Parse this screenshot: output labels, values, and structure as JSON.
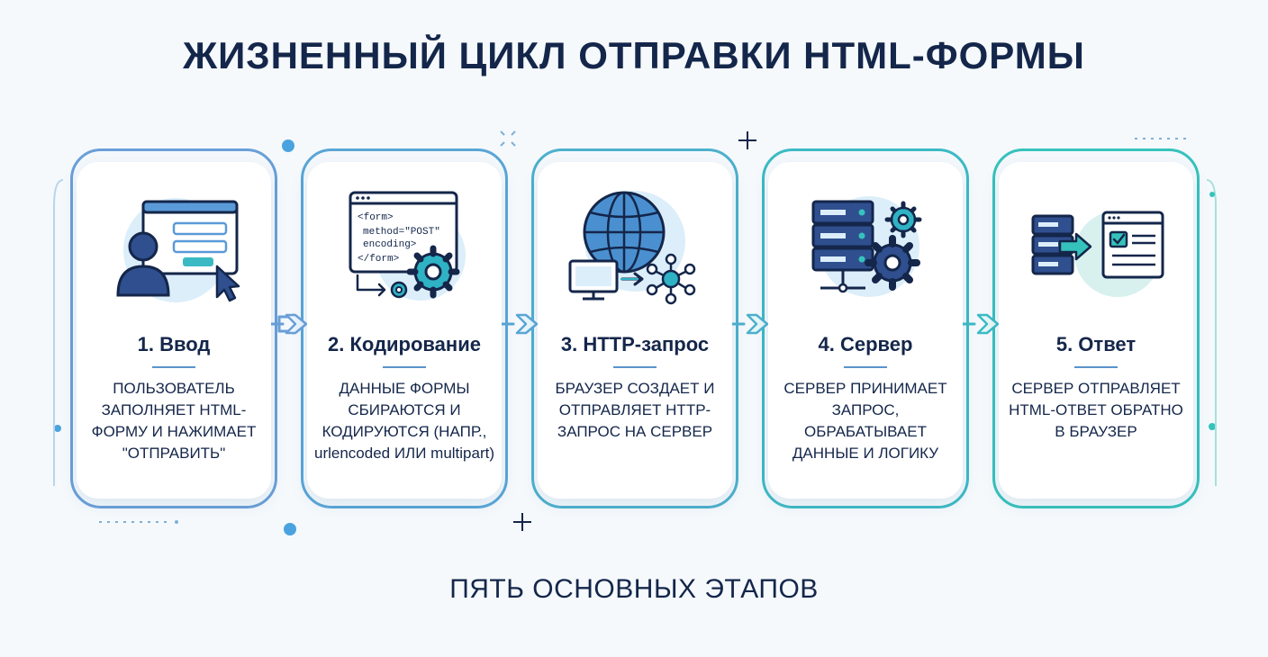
{
  "title": "ЖИЗНЕННЫЙ ЦИКЛ ОТПРАВКИ HTML-ФОРМЫ",
  "footer": "ПЯТЬ ОСНОВНЫХ ЭТАПОВ",
  "stages": [
    {
      "title": "1. Ввод",
      "description": "ПОЛЬЗОВАТЕЛЬ ЗАПОЛНЯЕТ HTML-ФОРМУ И НАЖИМАЕТ \"ОТПРАВИТЬ\"",
      "icon": "user-form-cursor-icon",
      "border_color": "#6a9fd8"
    },
    {
      "title": "2. Кодирование",
      "description": "ДАННЫЕ ФОРМЫ СБИРАЮТСЯ И КОДИРУЮТСЯ (НАПР., urlencoded ИЛИ multipart)",
      "icon": "code-gear-icon",
      "code_lines": [
        "<form>",
        "method=\"POST\"",
        "encoding>",
        "</form>"
      ],
      "border_color": "#5aa6d6"
    },
    {
      "title": "3. HTTP-запрос",
      "description": "БРАУЗЕР СОЗДАЕТ И ОТПРАВЛЯЕТ HTTP-ЗАПРОС НА СЕРВЕР",
      "icon": "globe-network-icon",
      "border_color": "#4db0cc"
    },
    {
      "title": "4. Сервер",
      "description": "СЕРВЕР ПРИНИМАЕТ ЗАПРОС, ОБРАБАТЫВАЕТ ДАННЫЕ И ЛОГИКУ",
      "icon": "server-gears-icon",
      "border_color": "#3cbac4"
    },
    {
      "title": "5. Ответ",
      "description": "СЕРВЕР ОТПРАВЛЯЕТ HTML-ОТВЕТ ОБРАТНО В БРАУЗЕР",
      "icon": "server-response-browser-icon",
      "border_color": "#36c2bc"
    }
  ],
  "colors": {
    "navy": "#14264a",
    "blue": "#2f6fb3",
    "light_blue": "#7fb8e6",
    "teal": "#2bb3a3",
    "icon_bg": "#dceefa"
  }
}
